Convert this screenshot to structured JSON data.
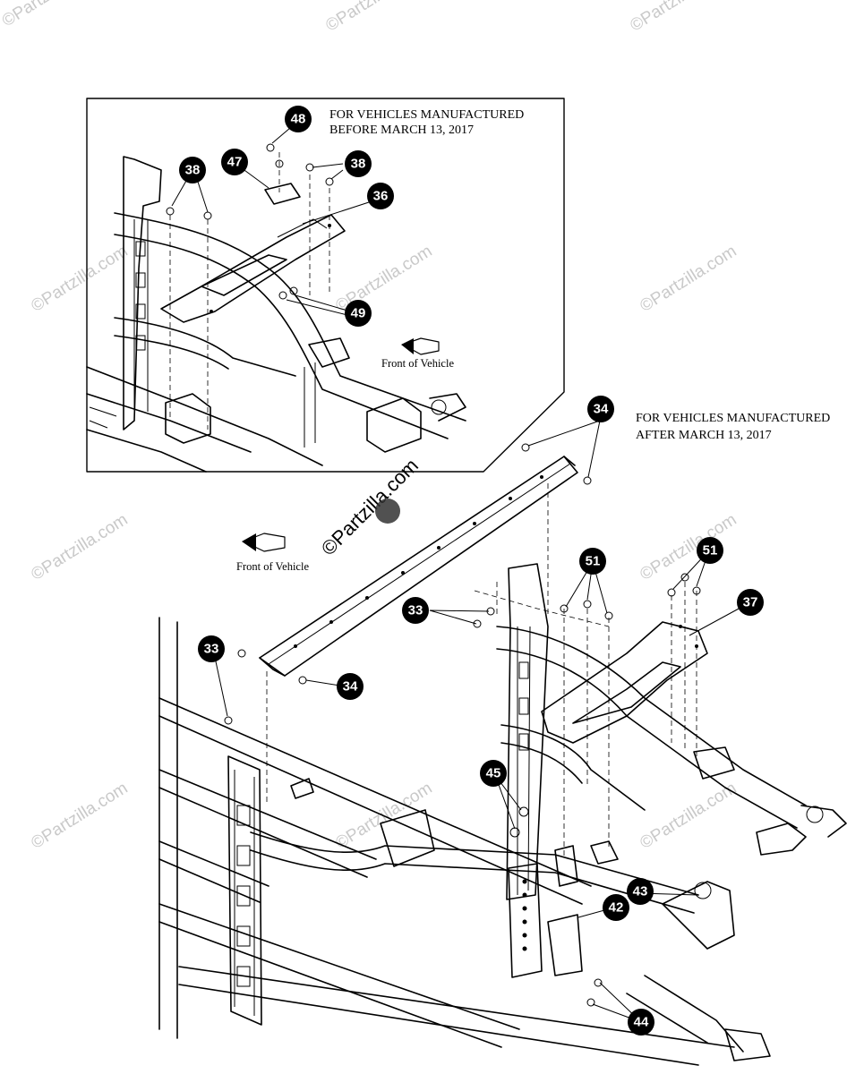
{
  "notes": {
    "before": [
      "FOR VEHICLES MANUFACTURED",
      "BEFORE MARCH 13, 2017"
    ],
    "after": [
      "FOR VEHICLES MANUFACTURED",
      "AFTER MARCH 13, 2017"
    ]
  },
  "front_of_vehicle": [
    "Front of Vehicle",
    "Front of Vehicle"
  ],
  "watermark": "©Partzilla.com",
  "callouts": [
    "48",
    "47",
    "38",
    "38",
    "36",
    "49",
    "34",
    "51",
    "51",
    "37",
    "33",
    "33",
    "34",
    "45",
    "42",
    "43",
    "44"
  ]
}
